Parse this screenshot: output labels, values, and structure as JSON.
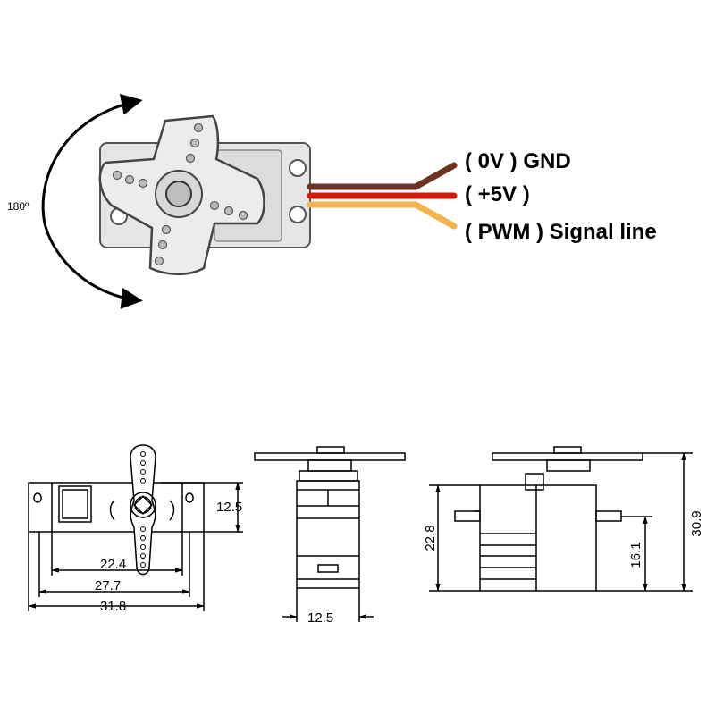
{
  "rotation": {
    "angle_label": "180º"
  },
  "wires": [
    {
      "label": "( 0V ) GND",
      "color": "#6b3225"
    },
    {
      "label": "( +5V )",
      "color": "#cc1c0c"
    },
    {
      "label": "( PWM ) Signal line",
      "color": "#f5b24e"
    }
  ],
  "dimensions": {
    "front": {
      "height": "12.5",
      "w1": "22.4",
      "w2": "27.7",
      "w3": "31.8"
    },
    "side": {
      "width": "12.5"
    },
    "rear": {
      "total_height": "30.9",
      "body_height": "22.8",
      "tab_height": "16.1"
    }
  },
  "colors": {
    "servo_body": "#e6e6e6",
    "servo_outline": "#444444",
    "line": "#000000"
  }
}
